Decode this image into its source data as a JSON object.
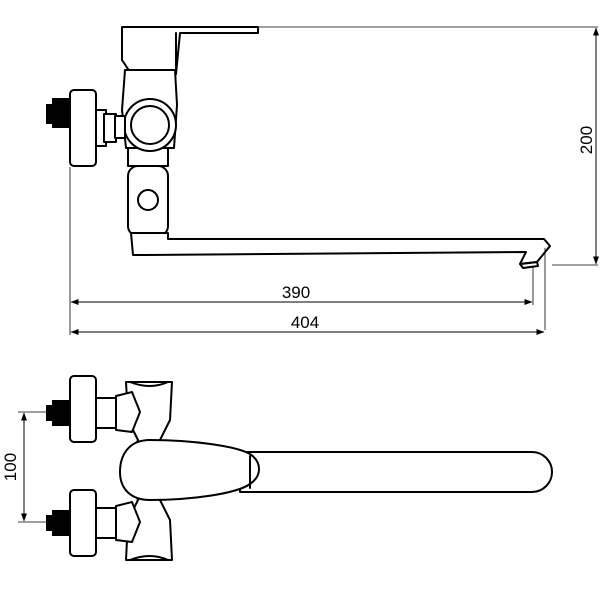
{
  "dimensions": {
    "width_390": "390",
    "width_404": "404",
    "height_200": "200",
    "spacing_100": "100"
  }
}
